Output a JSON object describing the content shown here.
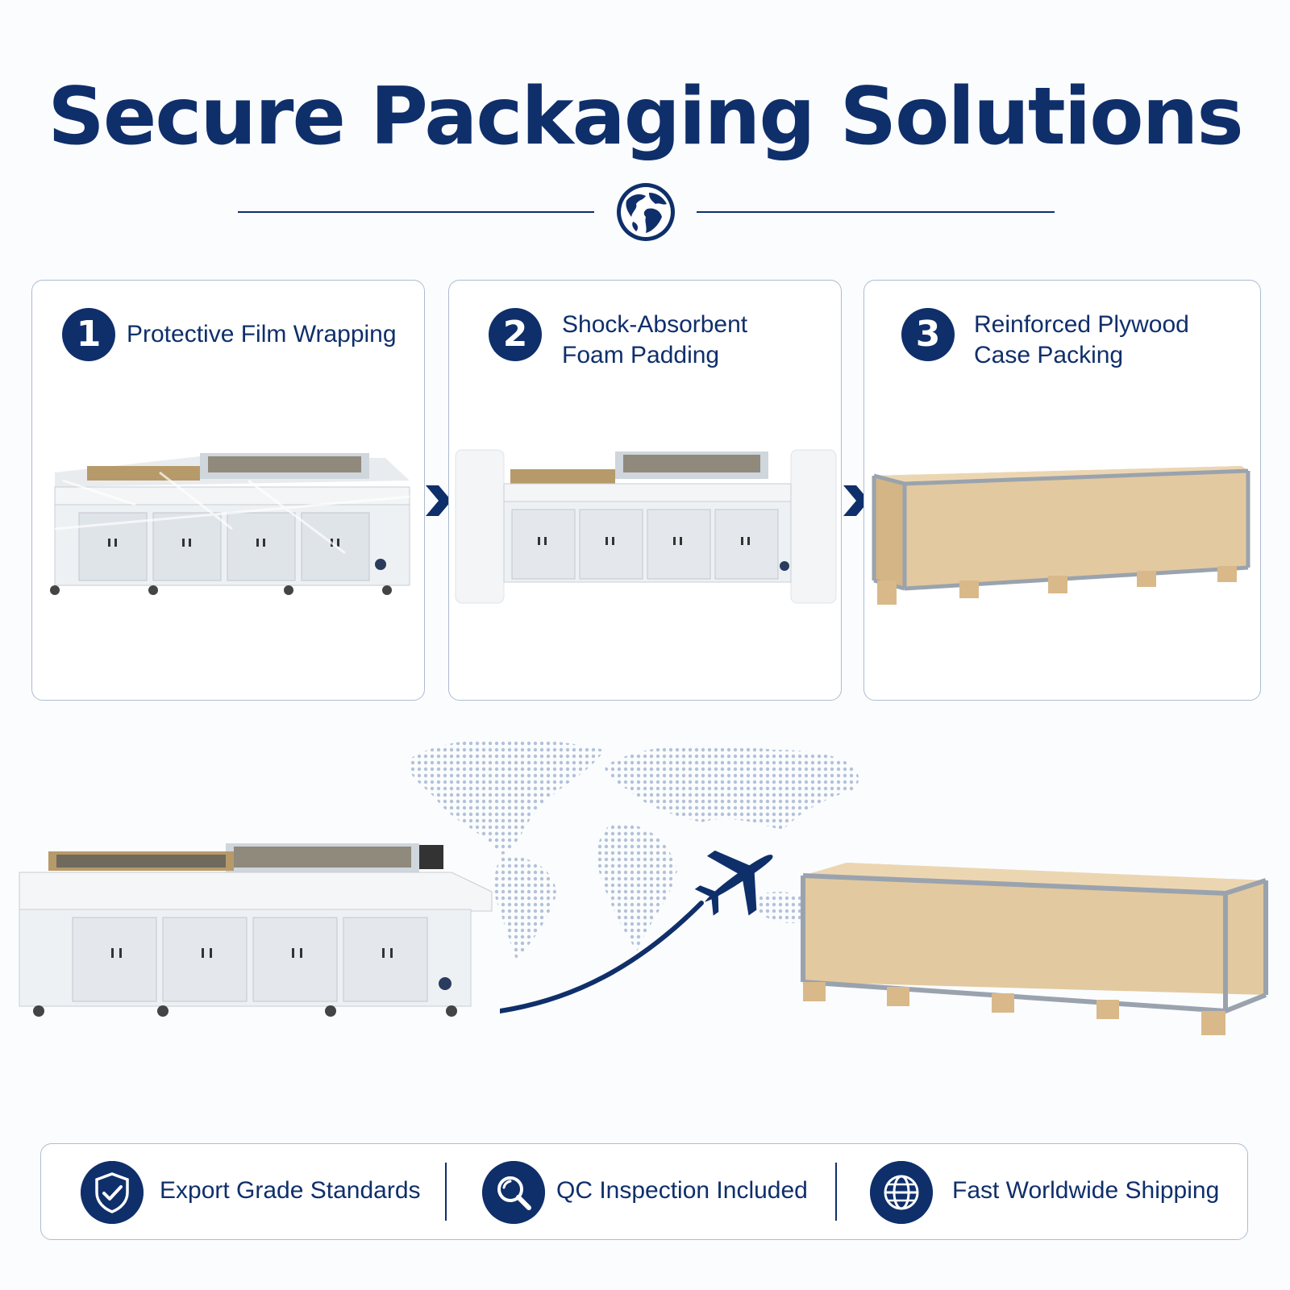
{
  "header": {
    "title": "Secure Packaging Solutions"
  },
  "steps": [
    {
      "number": "1",
      "label_line1": "Protective Film Wrapping",
      "label_line2": ""
    },
    {
      "number": "2",
      "label_line1": "Shock-Absorbent",
      "label_line2": "Foam Padding"
    },
    {
      "number": "3",
      "label_line1": "Reinforced Plywood",
      "label_line2": "Case Packing"
    }
  ],
  "features": [
    {
      "label": "Export Grade Standards",
      "icon": "shield-check-icon"
    },
    {
      "label": "QC Inspection Included",
      "icon": "magnifier-icon"
    },
    {
      "label": "Fast Worldwide Shipping",
      "icon": "globe-icon"
    }
  ],
  "colors": {
    "navy": "#0f2f6b",
    "border": "#aebbd2",
    "plywood": "#e3c9a0",
    "frame": "#9aa3ad"
  }
}
